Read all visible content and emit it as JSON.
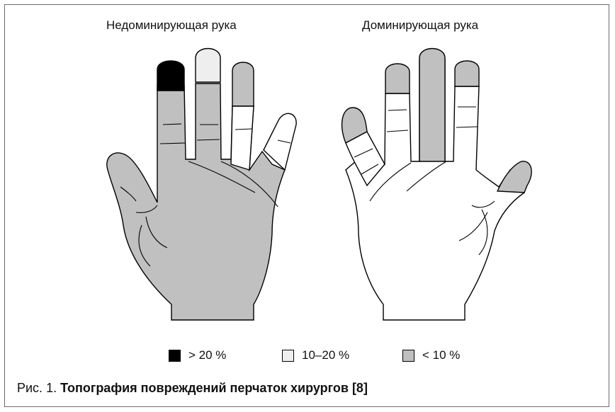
{
  "figure": {
    "left_hand_label": "Недоминирующая рука",
    "right_hand_label": "Доминирующая рука",
    "legend": [
      {
        "label": "> 20 %",
        "color": "#000000"
      },
      {
        "label": "10–20 %",
        "color": "#eeeeee"
      },
      {
        "label": "< 10 %",
        "color": "#c0c0c0"
      }
    ],
    "caption_prefix": "Рис. 1.",
    "caption_title": "Топография повреждений перчаток хирургов [8]"
  },
  "colors": {
    "high": "#000000",
    "medium": "#eeeeee",
    "low": "#c0c0c0",
    "none": "#ffffff",
    "outline": "#000000"
  }
}
